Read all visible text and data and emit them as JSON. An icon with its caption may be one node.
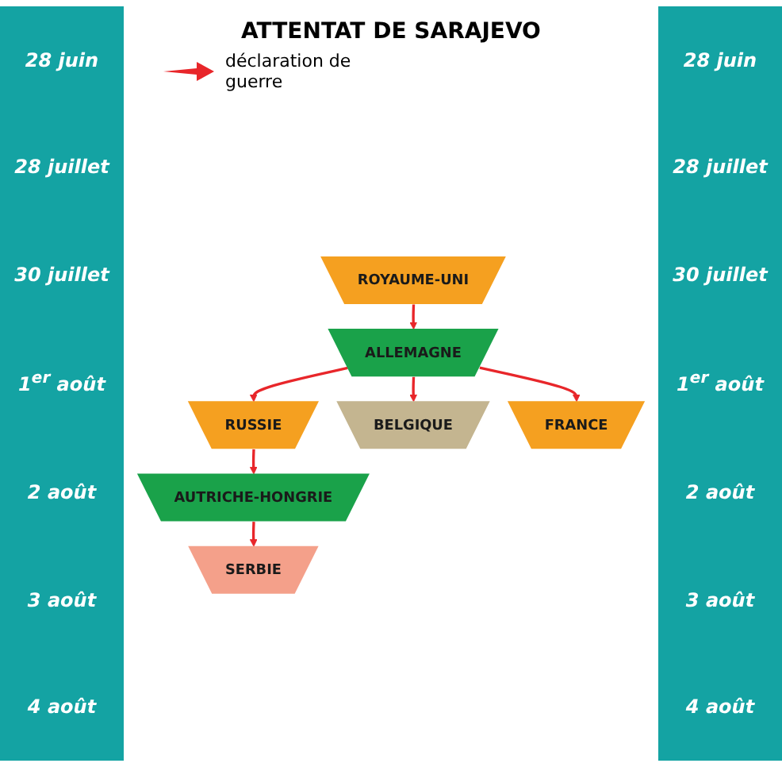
{
  "diagram": {
    "title": "ATTENTAT DE SARAJEVO",
    "nodes": [
      {
        "text": [
          "SERBIE"
        ]
      },
      {
        "text": [
          "AUTRICHE-HONGRIE"
        ]
      },
      {
        "text": [
          "RUSSIE"
        ]
      },
      {
        "text": [
          "ALLEMAGNE"
        ]
      },
      {
        "text": [
          "BELGIQUE"
        ]
      },
      {
        "text": [
          "FRANCE"
        ]
      },
      {
        "text": [
          "ROYAUME-UNI"
        ]
      }
    ],
    "edges": [
      {
        "from": 1,
        "to": 0,
        "arrow": "to"
      },
      {
        "from": 2,
        "to": 1,
        "arrow": "to"
      },
      {
        "from": 3,
        "to": 2,
        "arrow": "to"
      },
      {
        "from": 3,
        "to": 4,
        "arrow": "to"
      },
      {
        "from": 3,
        "to": 5,
        "arrow": "to"
      },
      {
        "from": 6,
        "to": 3,
        "arrow": "to"
      }
    ],
    "labels": [
      "28 juin",
      "28 juin",
      "28 juillet",
      "28 juillet",
      "30 juillet",
      "30 juillet",
      "1$^{er}$ août",
      "1$^{er}$ août",
      "2 août",
      "2 août",
      "3 août",
      "3 août",
      "4 août",
      "4 août"
    ],
    "legend": [
      {
        "text": "déclaration de guerre"
      }
    ]
  }
}
